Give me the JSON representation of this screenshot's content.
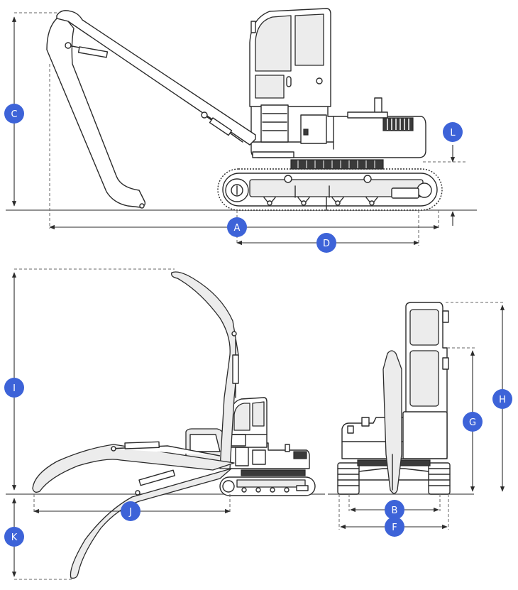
{
  "labels": {
    "a": "A",
    "b": "B",
    "c": "C",
    "d": "D",
    "f": "F",
    "g": "G",
    "h": "H",
    "i": "I",
    "j": "J",
    "k": "K",
    "l": "L"
  },
  "colors": {
    "badge": "#3d63d8",
    "line": "#2b2b2b",
    "ground": "#6e6e6e"
  }
}
